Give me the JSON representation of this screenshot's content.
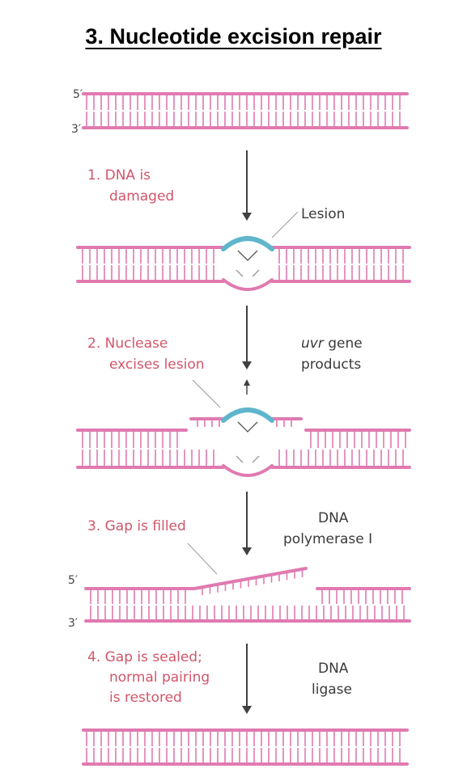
{
  "title": "3.  Nucleotide excision repair",
  "strand_labels": {
    "five_prime": "5′",
    "three_prime": "3′"
  },
  "steps": [
    {
      "lines": [
        "1. DNA is",
        "damaged"
      ]
    },
    {
      "lines": [
        "2. Nuclease",
        "excises lesion"
      ]
    },
    {
      "lines": [
        "3. Gap is filled"
      ]
    },
    {
      "lines": [
        "4. Gap is sealed;",
        "normal pairing",
        "is restored"
      ]
    }
  ],
  "annotations": {
    "lesion": "Lesion",
    "uvr_italic": "uvr",
    "uvr_rest": " gene",
    "uvr_line2": "products",
    "polymerase_line1": "DNA",
    "polymerase_line2": "polymerase I",
    "ligase_line1": "DNA",
    "ligase_line2": "ligase"
  },
  "colors": {
    "strand": "#e07ab0",
    "lesion": "#5fb6cc",
    "step_text": "#d2556a",
    "arrow": "#404040"
  }
}
